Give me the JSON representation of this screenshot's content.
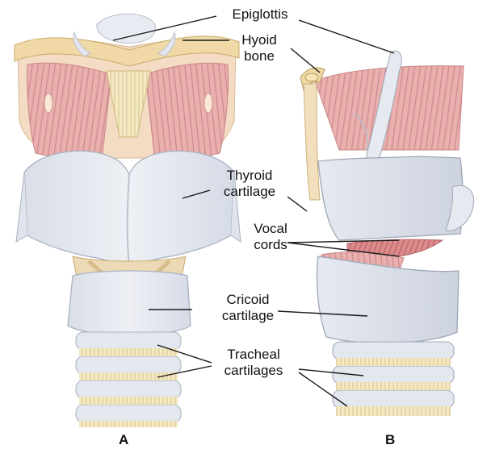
{
  "labels": {
    "epiglottis": "Epiglottis",
    "hyoid_bone": [
      "Hyoid",
      "bone"
    ],
    "thyroid_cartilage": [
      "Thyroid",
      "cartilage"
    ],
    "vocal_cords": [
      "Vocal",
      "cords"
    ],
    "cricoid_cartilage": [
      "Cricoid",
      "cartilage"
    ],
    "tracheal_cartilages": [
      "Tracheal",
      "cartilages"
    ]
  },
  "panels": {
    "a": "A",
    "b": "B"
  },
  "colors": {
    "cartilage": "#e7eaf1",
    "cartilage_shade": "#c9cfdb",
    "bone": "#f0dcaa",
    "membrane": "#f3ddc6",
    "muscle": "#e7a6a6",
    "muscle_line": "#c97a80",
    "ligament": "#f2e6bd",
    "leader_line": "#1a1a1a"
  }
}
